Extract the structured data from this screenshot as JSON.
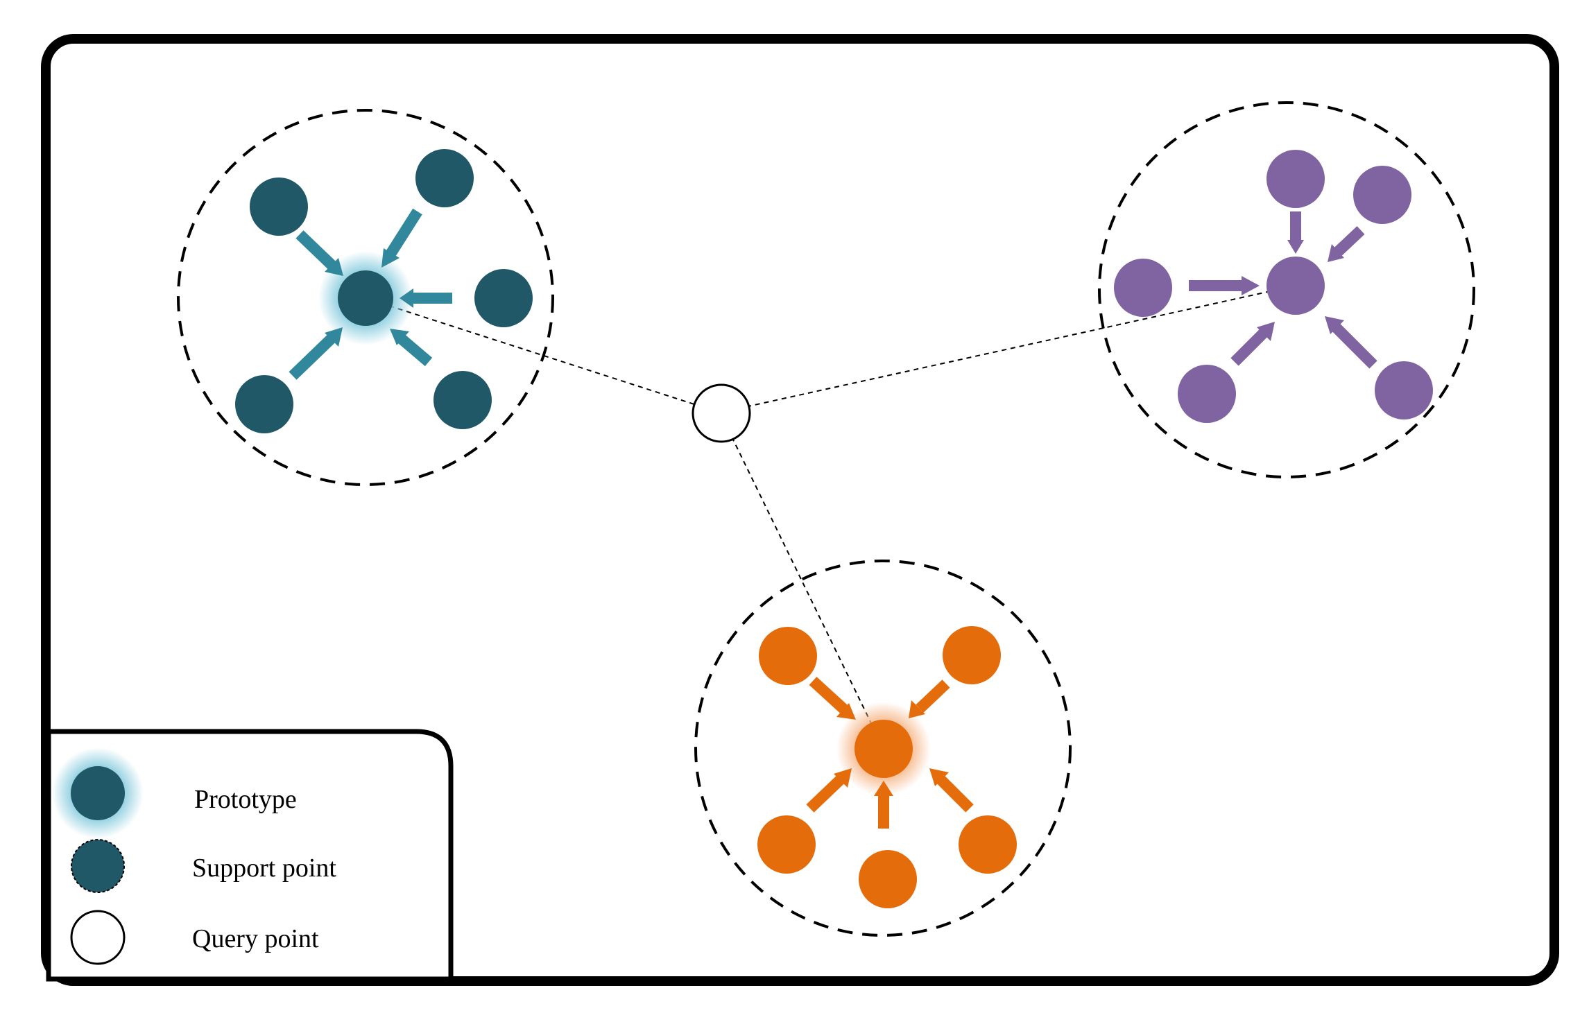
{
  "colors": {
    "teal": "#215868",
    "teal_arrow": "#31879b",
    "teal_glow": "#8fcfe0",
    "purple": "#8064a2",
    "orange": "#e46c0a",
    "orange_glow": "#f6b88a",
    "border": "#000000"
  },
  "legend": {
    "items": [
      {
        "label": "Prototype",
        "icon": "prototype-icon"
      },
      {
        "label": "Support point",
        "icon": "support-point-icon"
      },
      {
        "label": "Query point",
        "icon": "query-point-icon"
      }
    ]
  }
}
